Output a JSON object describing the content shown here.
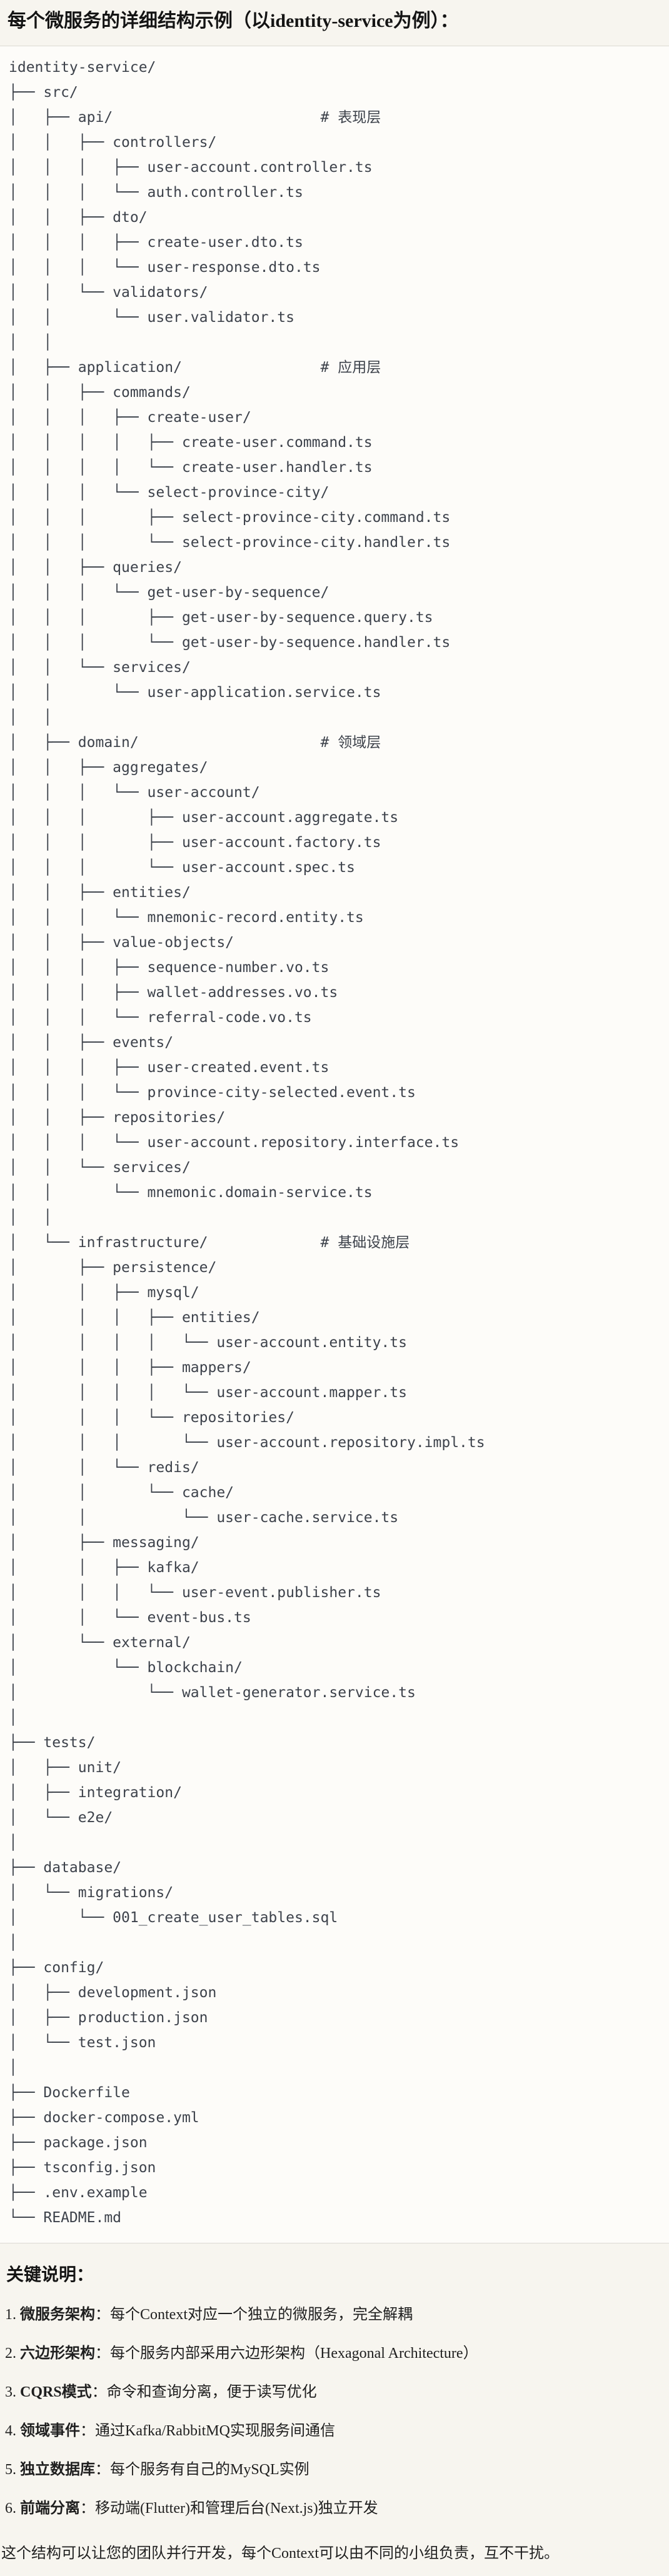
{
  "title": "每个微服务的详细结构示例（以identity-service为例）：",
  "tree": {
    "lines": [
      "identity-service/",
      "├── src/",
      "│   ├── api/                        # 表现层",
      "│   │   ├── controllers/",
      "│   │   │   ├── user-account.controller.ts",
      "│   │   │   └── auth.controller.ts",
      "│   │   ├── dto/",
      "│   │   │   ├── create-user.dto.ts",
      "│   │   │   └── user-response.dto.ts",
      "│   │   └── validators/",
      "│   │       └── user.validator.ts",
      "│   │",
      "│   ├── application/                # 应用层",
      "│   │   ├── commands/",
      "│   │   │   ├── create-user/",
      "│   │   │   │   ├── create-user.command.ts",
      "│   │   │   │   └── create-user.handler.ts",
      "│   │   │   └── select-province-city/",
      "│   │   │       ├── select-province-city.command.ts",
      "│   │   │       └── select-province-city.handler.ts",
      "│   │   ├── queries/",
      "│   │   │   └── get-user-by-sequence/",
      "│   │   │       ├── get-user-by-sequence.query.ts",
      "│   │   │       └── get-user-by-sequence.handler.ts",
      "│   │   └── services/",
      "│   │       └── user-application.service.ts",
      "│   │",
      "│   ├── domain/                     # 领域层",
      "│   │   ├── aggregates/",
      "│   │   │   └── user-account/",
      "│   │   │       ├── user-account.aggregate.ts",
      "│   │   │       ├── user-account.factory.ts",
      "│   │   │       └── user-account.spec.ts",
      "│   │   ├── entities/",
      "│   │   │   └── mnemonic-record.entity.ts",
      "│   │   ├── value-objects/",
      "│   │   │   ├── sequence-number.vo.ts",
      "│   │   │   ├── wallet-addresses.vo.ts",
      "│   │   │   └── referral-code.vo.ts",
      "│   │   ├── events/",
      "│   │   │   ├── user-created.event.ts",
      "│   │   │   └── province-city-selected.event.ts",
      "│   │   ├── repositories/",
      "│   │   │   └── user-account.repository.interface.ts",
      "│   │   └── services/",
      "│   │       └── mnemonic.domain-service.ts",
      "│   │",
      "│   └── infrastructure/             # 基础设施层",
      "│       ├── persistence/",
      "│       │   ├── mysql/",
      "│       │   │   ├── entities/",
      "│       │   │   │   └── user-account.entity.ts",
      "│       │   │   ├── mappers/",
      "│       │   │   │   └── user-account.mapper.ts",
      "│       │   │   └── repositories/",
      "│       │   │       └── user-account.repository.impl.ts",
      "│       │   └── redis/",
      "│       │       └── cache/",
      "│       │           └── user-cache.service.ts",
      "│       ├── messaging/",
      "│       │   ├── kafka/",
      "│       │   │   └── user-event.publisher.ts",
      "│       │   └── event-bus.ts",
      "│       └── external/",
      "│           └── blockchain/",
      "│               └── wallet-generator.service.ts",
      "│",
      "├── tests/",
      "│   ├── unit/",
      "│   ├── integration/",
      "│   └── e2e/",
      "│",
      "├── database/",
      "│   └── migrations/",
      "│       └── 001_create_user_tables.sql",
      "│",
      "├── config/",
      "│   ├── development.json",
      "│   ├── production.json",
      "│   └── test.json",
      "│",
      "├── Dockerfile",
      "├── docker-compose.yml",
      "├── package.json",
      "├── tsconfig.json",
      "├── .env.example",
      "└── README.md"
    ]
  },
  "notes": {
    "heading": "关键说明：",
    "items": [
      {
        "num": "1.",
        "label": "微服务架构",
        "text": "：每个Context对应一个独立的微服务，完全解耦"
      },
      {
        "num": "2.",
        "label": "六边形架构",
        "text": "：每个服务内部采用六边形架构（Hexagonal Architecture）"
      },
      {
        "num": "3.",
        "label": "CQRS模式",
        "text": "：命令和查询分离，便于读写优化"
      },
      {
        "num": "4.",
        "label": "领域事件",
        "text": "：通过Kafka/RabbitMQ实现服务间通信"
      },
      {
        "num": "5.",
        "label": "独立数据库",
        "text": "：每个服务有自己的MySQL实例"
      },
      {
        "num": "6.",
        "label": "前端分离",
        "text": "：移动端(Flutter)和管理后台(Next.js)独立开发"
      }
    ]
  },
  "footer": "这个结构可以让您的团队并行开发，每个Context可以由不同的小组负责，互不干扰。",
  "colors": {
    "page_bg": "#f7f5ef",
    "code_bg": "#fdfcf9",
    "code_border": "#dcd9d3",
    "tree_text": "#3d424b",
    "body_text": "#1f1f1f"
  }
}
